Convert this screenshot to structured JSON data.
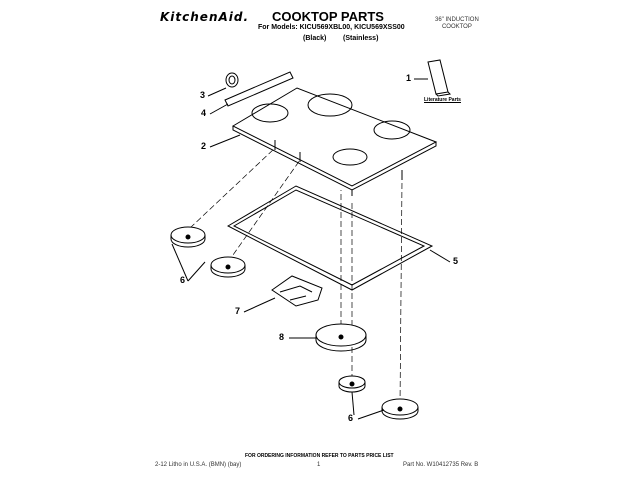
{
  "header": {
    "brand": "KitchenAid.",
    "title": "COOKTOP PARTS",
    "models": "For Models: KICU569XBL00, KICU569XSS00",
    "black": "(Black)",
    "stainless": "(Stainless)",
    "type_line1": "36\" INDUCTION",
    "type_line2": "COOKTOP"
  },
  "callouts": {
    "c1": "1",
    "c2": "2",
    "c3": "3",
    "c4": "4",
    "c5": "5",
    "c6a": "6",
    "c7": "7",
    "c8": "8",
    "c6b": "6"
  },
  "literature": "Literature Parts",
  "footer": {
    "ordering": "FOR ORDERING INFORMATION REFER TO PARTS PRICE LIST",
    "litho": "2-12 Litho in U.S.A. (BMN) (bay)",
    "page": "1",
    "part_no": "Part No. W10412735 Rev. B"
  }
}
